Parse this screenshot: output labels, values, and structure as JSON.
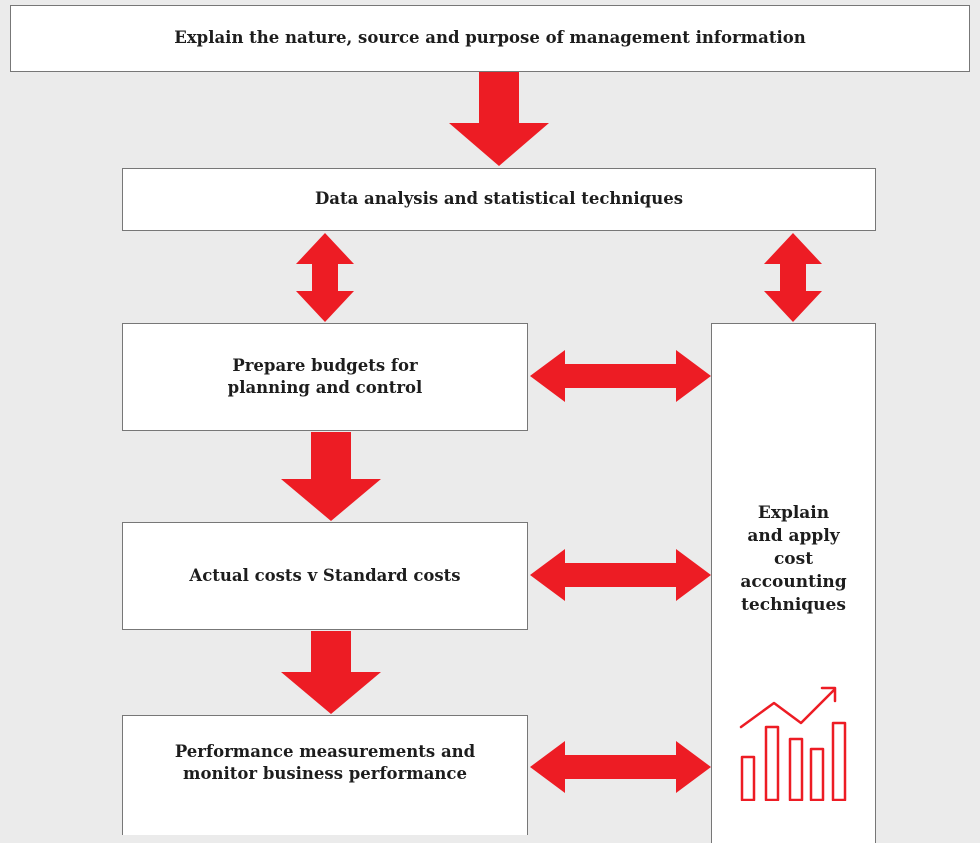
{
  "boxes": {
    "top": "Explain the nature, source and purpose of management information",
    "data_analysis": "Data analysis and statistical techniques",
    "budgets": "Prepare budgets for\nplanning and control",
    "actual_costs": "Actual costs v Standard costs",
    "performance": "Performance measurements and\nmonitor business performance",
    "cost_accounting": "Explain\nand apply\ncost\naccounting\ntechniques"
  },
  "colors": {
    "arrow": "#ed1c24",
    "box_border": "#777777",
    "background": "#ebebeb"
  },
  "icons": {
    "chart": "bar-chart-trend-up-icon"
  }
}
